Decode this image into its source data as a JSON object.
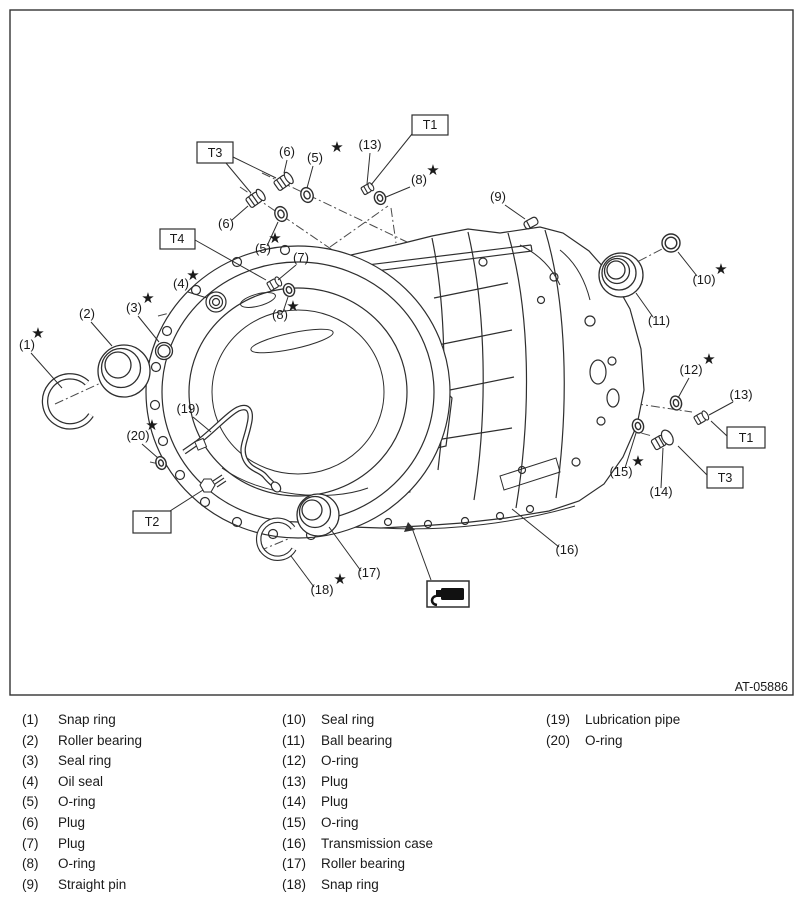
{
  "diagram": {
    "figure_code": "AT-05886",
    "star": "★",
    "torque": {
      "t1": "T1",
      "t2": "T2",
      "t3": "T3",
      "t4": "T4"
    },
    "callouts": {
      "n1": "(1)",
      "n2": "(2)",
      "n3": "(3)",
      "n4": "(4)",
      "n5": "(5)",
      "n6": "(6)",
      "n7": "(7)",
      "n8": "(8)",
      "n9": "(9)",
      "n10": "(10)",
      "n11": "(11)",
      "n12": "(12)",
      "n13": "(13)",
      "n14": "(14)",
      "n15": "(15)",
      "n16": "(16)",
      "n17": "(17)",
      "n18": "(18)",
      "n19": "(19)",
      "n20": "(20)"
    },
    "sealant_icon": "liquid-gasket-icon"
  },
  "legend": {
    "col1": [
      {
        "num": "(1)",
        "label": "Snap ring"
      },
      {
        "num": "(2)",
        "label": "Roller bearing"
      },
      {
        "num": "(3)",
        "label": "Seal ring"
      },
      {
        "num": "(4)",
        "label": "Oil seal"
      },
      {
        "num": "(5)",
        "label": "O-ring"
      },
      {
        "num": "(6)",
        "label": "Plug"
      },
      {
        "num": "(7)",
        "label": "Plug"
      },
      {
        "num": "(8)",
        "label": "O-ring"
      },
      {
        "num": "(9)",
        "label": "Straight pin"
      }
    ],
    "col2": [
      {
        "num": "(10)",
        "label": "Seal ring"
      },
      {
        "num": "(11)",
        "label": "Ball bearing"
      },
      {
        "num": "(12)",
        "label": "O-ring"
      },
      {
        "num": "(13)",
        "label": "Plug"
      },
      {
        "num": "(14)",
        "label": "Plug"
      },
      {
        "num": "(15)",
        "label": "O-ring"
      },
      {
        "num": "(16)",
        "label": "Transmission case"
      },
      {
        "num": "(17)",
        "label": "Roller bearing"
      },
      {
        "num": "(18)",
        "label": "Snap ring"
      }
    ],
    "col3": [
      {
        "num": "(19)",
        "label": "Lubrication pipe"
      },
      {
        "num": "(20)",
        "label": "O-ring"
      }
    ]
  }
}
